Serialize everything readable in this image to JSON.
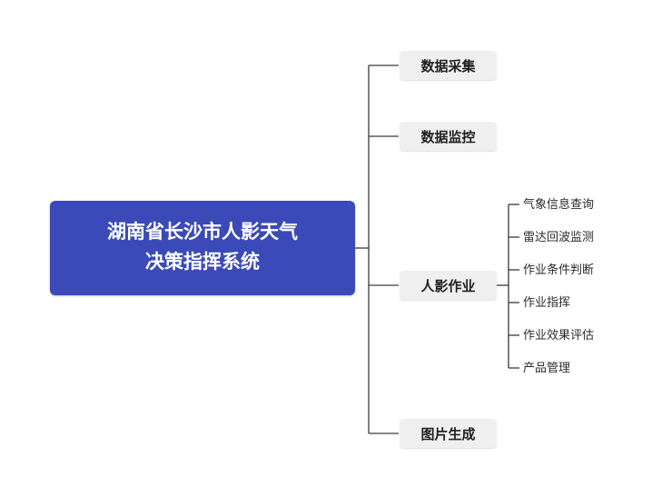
{
  "root": {
    "lines": [
      "湖南省长沙市人影天气",
      "决策指挥系统"
    ]
  },
  "branches": [
    {
      "label": "数据采集"
    },
    {
      "label": "数据监控"
    },
    {
      "label": "人影作业",
      "children": [
        {
          "label": "气象信息查询"
        },
        {
          "label": "雷达回波监测"
        },
        {
          "label": "作业条件判断"
        },
        {
          "label": "作业指挥"
        },
        {
          "label": "作业效果评估"
        },
        {
          "label": "产品管理"
        }
      ]
    },
    {
      "label": "图片生成"
    }
  ],
  "colors": {
    "root_bg": "#3b4ab8",
    "root_text": "#ffffff",
    "branch_bg": "#efefef",
    "branch_text": "#1f1f1f",
    "connector_line": "#3a3a3a",
    "background": "#ffffff"
  }
}
